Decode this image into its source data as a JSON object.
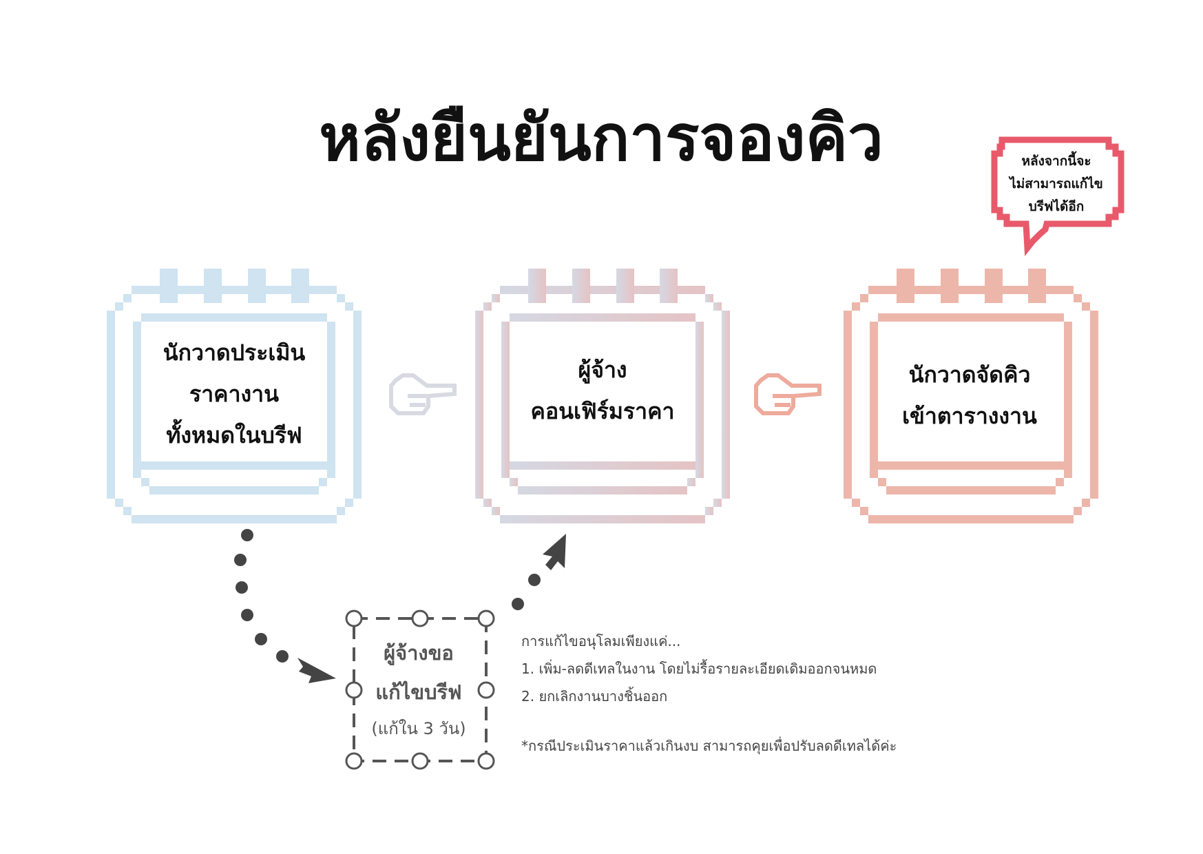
{
  "title": "หลังยืนยันการจองคิว",
  "colors": {
    "card1": "#cfe3f0",
    "card2_start": "#d5d8e3",
    "card2_end": "#e5c3c4",
    "card3": "#edb6aa",
    "bubble": "#e85a6b",
    "dots": "#444444",
    "hand1": "#d8d9e2",
    "hand2": "#eeaa9c"
  },
  "steps": [
    {
      "lines": [
        "นักวาดประเมิน",
        "ราคางาน",
        "ทั้งหมดในบรีฟ"
      ]
    },
    {
      "lines": [
        "ผู้จ้าง",
        "คอนเฟิร์มราคา"
      ]
    },
    {
      "lines": [
        "นักวาดจัดคิว",
        "เข้าตารางงาน"
      ]
    }
  ],
  "bubble": {
    "lines": [
      "หลังจากนี้จะ",
      "ไม่สามารถแก้ไข",
      "บรีฟได้อีก"
    ]
  },
  "revision": {
    "lines": [
      "ผู้จ้างขอ",
      "แก้ไขบรีฟ"
    ],
    "note": "(แก้ใน 3 วัน)"
  },
  "notes": {
    "heading": "การแก้ไขอนุโลมเพียงแค่...",
    "items": [
      "1. เพิ่ม-ลดดีเทลในงาน โดยไม่รื้อรายละเอียดเดิมออกจนหมด",
      "2. ยกเลิกงานบางชิ้นออก"
    ],
    "footnote": "*กรณีประเมินราคาแล้วเกินงบ สามารถคุยเพื่อปรับลดดีเทลได้ค่ะ"
  }
}
